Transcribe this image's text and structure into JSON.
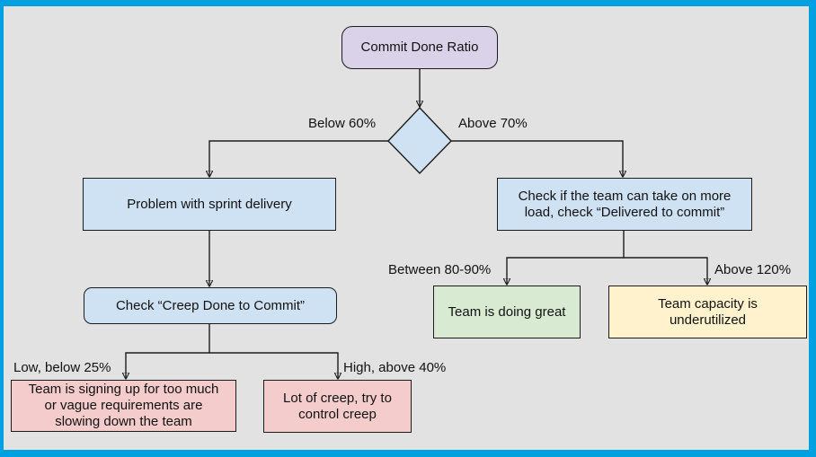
{
  "colors": {
    "frame_border": "#01a0e1",
    "canvas_background": "#e2e2e2",
    "outline": "#1c1c1c",
    "text": "#121212"
  },
  "nodes": {
    "root": {
      "label": "Commit Done Ratio",
      "fill": "#d9d2e9"
    },
    "decision": {
      "fill": "#cfe2f3"
    },
    "problem": {
      "label": "Problem with sprint delivery",
      "fill": "#cfe2f3"
    },
    "check_load": {
      "label": "Check if the team can take on more\nload, check “Delivered to commit”",
      "fill": "#cfe2f3"
    },
    "check_creep": {
      "label": "Check “Creep Done to Commit”",
      "fill": "#cfe2f3"
    },
    "too_much": {
      "label": "Team is signing up for too much\nor vague requirements are\nslowing down the team",
      "fill": "#f4cccc"
    },
    "lot_creep": {
      "label": "Lot of creep, try to\ncontrol creep",
      "fill": "#f4cccc"
    },
    "doing_great": {
      "label": "Team is doing great",
      "fill": "#d9ead3"
    },
    "underutilized": {
      "label": "Team capacity is\nunderutilized",
      "fill": "#fff2cc"
    }
  },
  "edge_labels": {
    "below_60": "Below 60%",
    "above_70": "Above 70%",
    "between_80_90": "Between 80-90%",
    "above_120": "Above 120%",
    "low_below_25": "Low, below 25%",
    "high_above_40": "High, above 40%"
  }
}
